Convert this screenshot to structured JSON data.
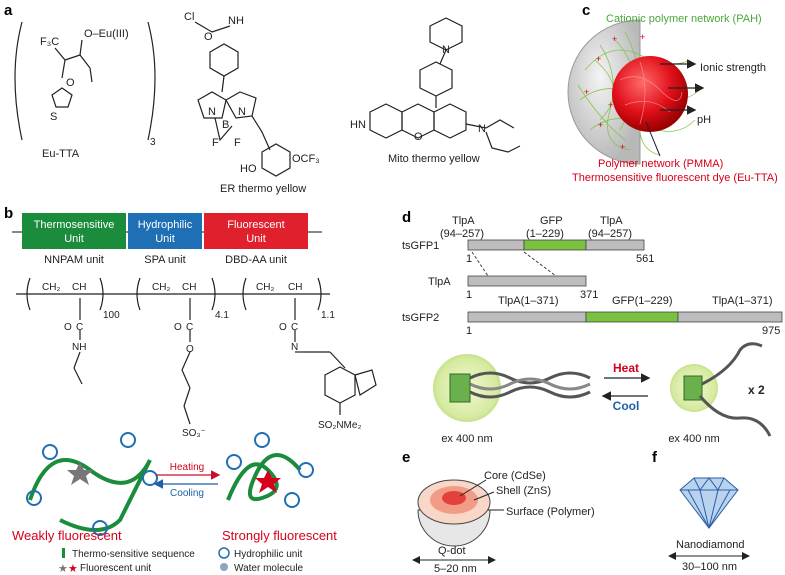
{
  "panels": {
    "a": "a",
    "b": "b",
    "c": "c",
    "d": "d",
    "e": "e",
    "f": "f"
  },
  "panel_a": {
    "eu_tta": {
      "substituent": "F₃C",
      "metal": "O–Eu(III)",
      "subscript": "3",
      "label": "Eu-TTA"
    },
    "er_thermo": {
      "amide": "Cl",
      "nh": "NH",
      "o": "O",
      "n1": "N",
      "n2": "N",
      "b": "B",
      "f1": "F",
      "f2": "F",
      "ho": "HO",
      "ocf3": "OCF₃",
      "label": "ER thermo yellow"
    },
    "mito_thermo": {
      "pip_n": "N",
      "hn": "HN",
      "o": "O",
      "n": "N",
      "label": "Mito thermo yellow"
    }
  },
  "panel_b": {
    "units": [
      {
        "label": "Thermosensitive Unit",
        "line1": "Thermosensitive",
        "line2": "Unit",
        "color": "#1a8c3c",
        "name": "NNPAM unit"
      },
      {
        "label": "Hydrophilic Unit",
        "line1": "Hydrophilic",
        "line2": "Unit",
        "color": "#1f6fb5",
        "name": "SPA unit"
      },
      {
        "label": "Fluorescent Unit",
        "line1": "Fluorescent",
        "line2": "Unit",
        "color": "#e0202c",
        "name": "DBD-AA unit"
      }
    ],
    "chain": {
      "repeat1": "100",
      "repeat2": "4.1",
      "repeat3": "1.1",
      "ch2": "CH₂",
      "ch": "CH",
      "c": "C",
      "o": "O",
      "nh": "NH",
      "so3": "SO₃⁻",
      "so2nme2": "SO₂NMe₂",
      "n": "N"
    },
    "heating": "Heating",
    "cooling": "Cooling",
    "weak": "Weakly fluorescent",
    "strong": "Strongly fluorescent",
    "legend": {
      "thermo_seq": "Thermo-sensitive sequence",
      "hydrophilic": "Hydrophilic unit",
      "fluorescent": "Fluorescent unit",
      "water": "Water molecule"
    }
  },
  "panel_c": {
    "cationic": "Cationic polymer network (PAH)",
    "ionic": "Ionic strength",
    "ph": "pH",
    "polymer": "Polymer network (PMMA)",
    "dye": "Thermosensitive fluorescent dye (Eu-TTA)"
  },
  "panel_d": {
    "tsgfp1": "tsGFP1",
    "tlpa_a": "TlpA",
    "tlpa_a_range": "(94–257)",
    "gfp": "GFP",
    "gfp_range": "(1–229)",
    "tlpa_b": "TlpA",
    "tlpa_b_range": "(94–257)",
    "start1": "1",
    "end1": "561",
    "tlpa": "TlpA",
    "start_t": "1",
    "end_t": "371",
    "tsgfp2": "tsGFP2",
    "seg1": "TlpA(1–371)",
    "seg2": "GFP(1–229)",
    "seg3": "TlpA(1–371)",
    "start2": "1",
    "end2": "975",
    "heat": "Heat",
    "cool": "Cool",
    "ex_left": "ex 400 nm",
    "ex_right": "ex 400 nm",
    "times": "x 2"
  },
  "panel_e": {
    "core": "Core (CdSe)",
    "shell": "Shell (ZnS)",
    "surface": "Surface (Polymer)",
    "name": "Q-dot",
    "size": "5–20 nm"
  },
  "panel_f": {
    "name": "Nanodiamond",
    "size": "30–100 nm"
  }
}
